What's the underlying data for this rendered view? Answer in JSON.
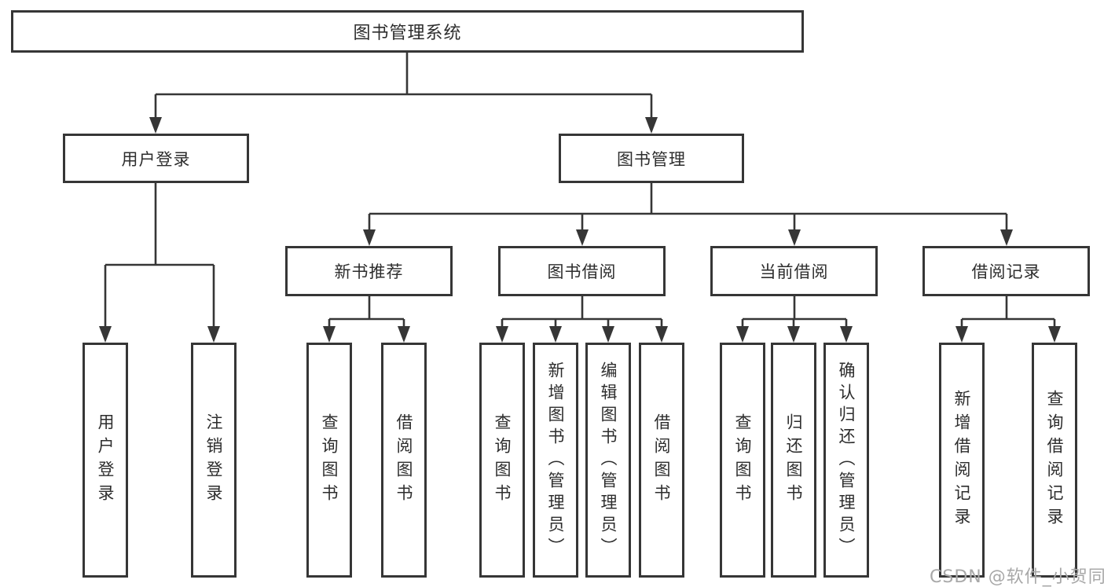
{
  "nodes": {
    "root": "图书管理系统",
    "user_login": "用户登录",
    "book_mgmt": "图书管理",
    "new_book": "新书推荐",
    "book_borrow": "图书借阅",
    "current_borrow": "当前借阅",
    "borrow_record": "借阅记录"
  },
  "leaves": {
    "user_login": [
      "用户登录",
      "注销登录"
    ],
    "new_book": [
      "查询图书",
      "借阅图书"
    ],
    "book_borrow": [
      "查询图书",
      "新增图书（管理员）",
      "编辑图书（管理员）",
      "借阅图书"
    ],
    "current_borrow": [
      "查询图书",
      "归还图书",
      "确认归还（管理员）"
    ],
    "borrow_record": [
      "新增借阅记录",
      "查询借阅记录"
    ]
  },
  "watermark": "CSDN @软件_小贺同学",
  "colors": {
    "line": "#363636",
    "text": "#2d2d2d",
    "background": "#ffffff",
    "watermark": "#a8a8a8"
  }
}
